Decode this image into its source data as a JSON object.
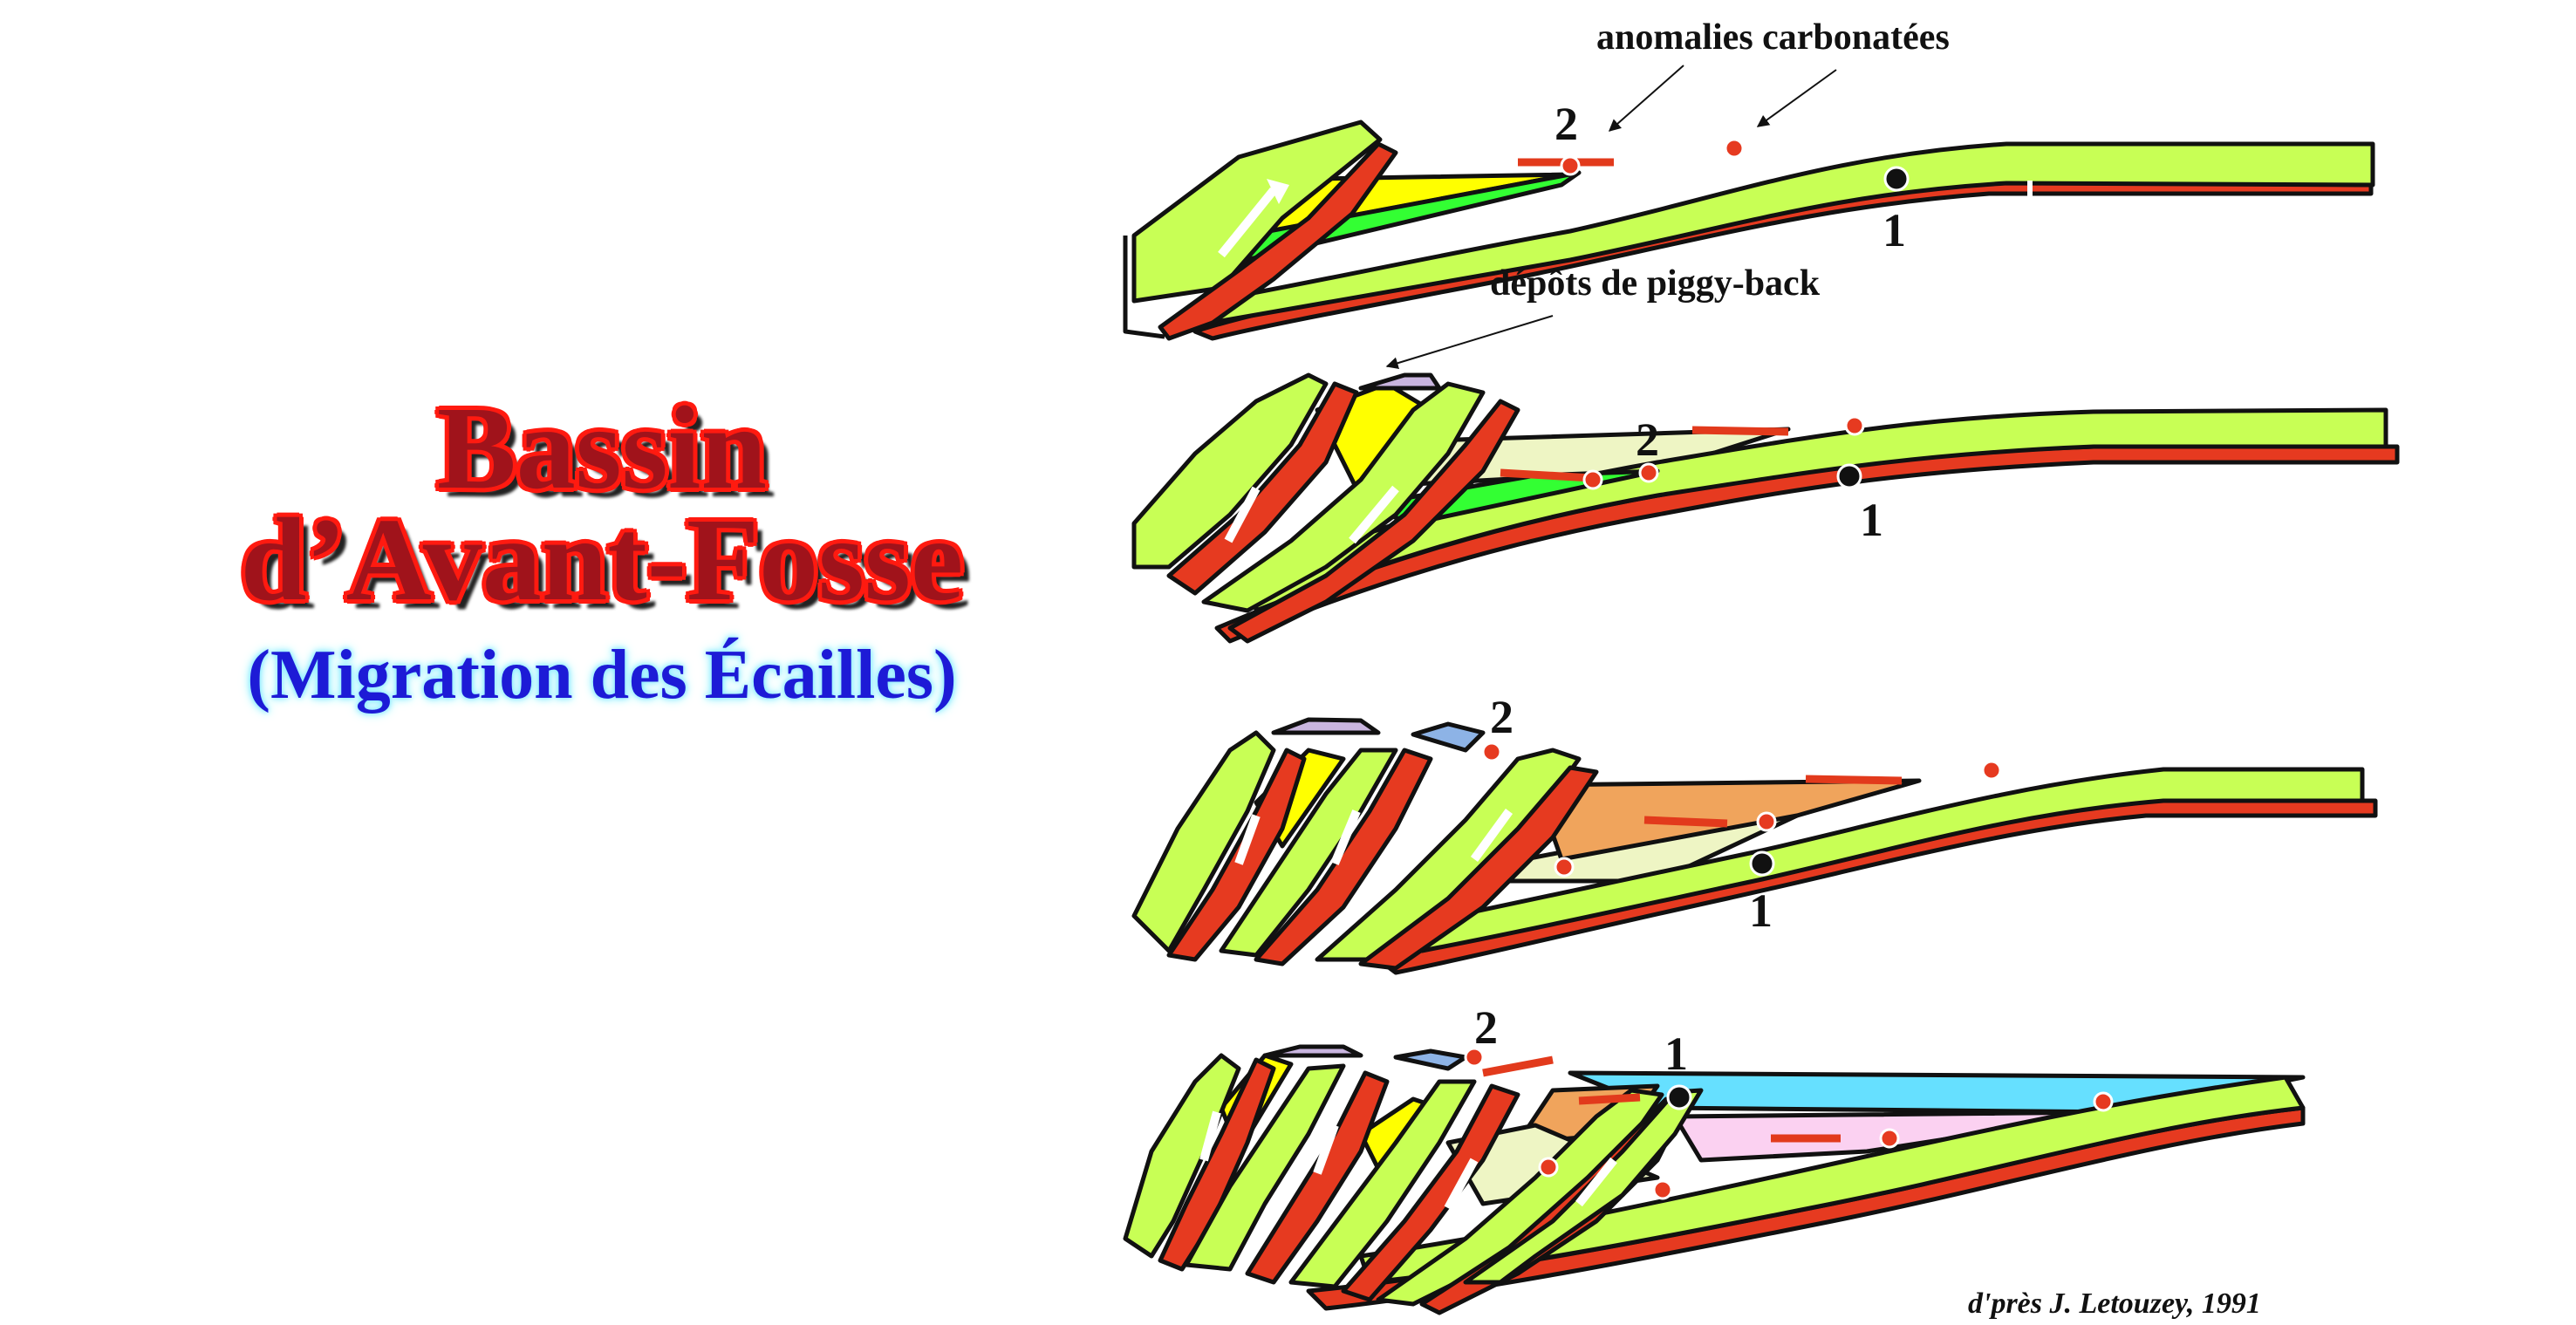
{
  "title": {
    "line1": "Bassin",
    "line2": "d’Avant-Fosse",
    "subtitle": "(Migration des Écailles)"
  },
  "annotations": {
    "carbonate_anomalies": "anomalies carbonatées",
    "piggyback_deposits": "dépôts de piggy-back"
  },
  "markers": {
    "one": "1",
    "two": "2"
  },
  "credit": "d'près J. Letouzey, 1991",
  "colors": {
    "upper_layer": "#c8ff55",
    "lower_layer": "#e63a20",
    "thrust_green": "#33ff33",
    "piggyback_yellow": "#ffff00",
    "pale_fill": "#eef5c4",
    "orange_fill": "#f0a45c",
    "violet_fill": "#c9b5df",
    "blue_fill": "#8db3e6",
    "cyan_fill": "#66e0ff",
    "pink_fill": "#fbd1f1",
    "arrow_red": "#e23a1c",
    "outline": "#111111"
  }
}
